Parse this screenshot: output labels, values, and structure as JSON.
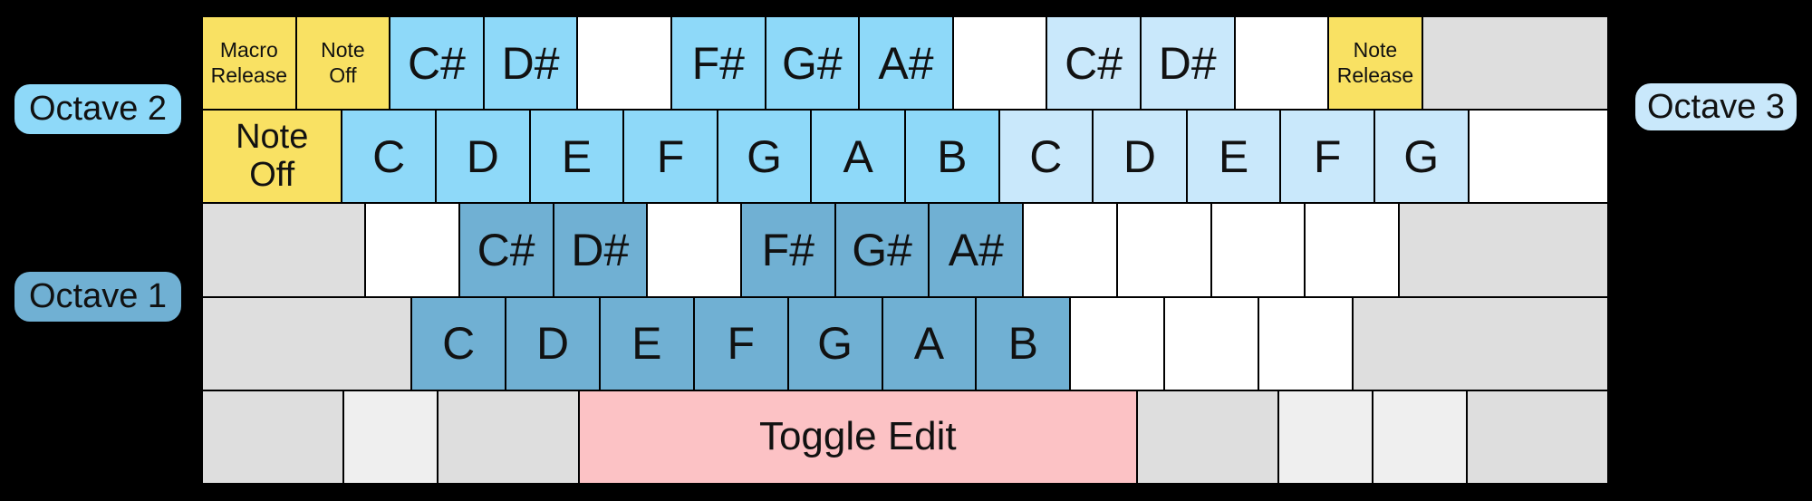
{
  "labels": {
    "octave1": "Octave 1",
    "octave2": "Octave 2",
    "octave3": "Octave 3"
  },
  "colors": {
    "background": "#000000",
    "macro": "#F9E163",
    "note1": "#70B0D3",
    "note2": "#8ED9F9",
    "note3": "#C9E8FB",
    "toggle": "#FCC2C5",
    "mod": "#DEDEDE",
    "modLight": "#EFEFEF",
    "blank": "#FFFFFF",
    "keyText": "#111111"
  },
  "rows": [
    {
      "keys": [
        {
          "label": "Macro\nRelease",
          "type": "macro",
          "w": 1,
          "size": "sm"
        },
        {
          "label": "Note\nOff",
          "type": "macro",
          "w": 1,
          "size": "sm"
        },
        {
          "label": "C#",
          "type": "note2",
          "w": 1,
          "size": "lg"
        },
        {
          "label": "D#",
          "type": "note2",
          "w": 1,
          "size": "lg"
        },
        {
          "label": "",
          "type": "blank",
          "w": 1
        },
        {
          "label": "F#",
          "type": "note2",
          "w": 1,
          "size": "lg"
        },
        {
          "label": "G#",
          "type": "note2",
          "w": 1,
          "size": "lg"
        },
        {
          "label": "A#",
          "type": "note2",
          "w": 1,
          "size": "lg"
        },
        {
          "label": "",
          "type": "blank",
          "w": 1
        },
        {
          "label": "C#",
          "type": "note3",
          "w": 1,
          "size": "lg"
        },
        {
          "label": "D#",
          "type": "note3",
          "w": 1,
          "size": "lg"
        },
        {
          "label": "",
          "type": "blank",
          "w": 1
        },
        {
          "label": "Note\nRelease",
          "type": "macro",
          "w": 1,
          "size": "sm"
        },
        {
          "label": "",
          "type": "mod",
          "w": 2
        }
      ]
    },
    {
      "keys": [
        {
          "label": "Note\nOff",
          "type": "macro",
          "w": 1.5,
          "size": "md"
        },
        {
          "label": "C",
          "type": "note2",
          "w": 1,
          "size": "lg"
        },
        {
          "label": "D",
          "type": "note2",
          "w": 1,
          "size": "lg"
        },
        {
          "label": "E",
          "type": "note2",
          "w": 1,
          "size": "lg"
        },
        {
          "label": "F",
          "type": "note2",
          "w": 1,
          "size": "lg"
        },
        {
          "label": "G",
          "type": "note2",
          "w": 1,
          "size": "lg"
        },
        {
          "label": "A",
          "type": "note2",
          "w": 1,
          "size": "lg"
        },
        {
          "label": "B",
          "type": "note2",
          "w": 1,
          "size": "lg"
        },
        {
          "label": "C",
          "type": "note3",
          "w": 1,
          "size": "lg"
        },
        {
          "label": "D",
          "type": "note3",
          "w": 1,
          "size": "lg"
        },
        {
          "label": "E",
          "type": "note3",
          "w": 1,
          "size": "lg"
        },
        {
          "label": "F",
          "type": "note3",
          "w": 1,
          "size": "lg"
        },
        {
          "label": "G",
          "type": "note3",
          "w": 1,
          "size": "lg"
        },
        {
          "label": "",
          "type": "blank",
          "w": 1.5
        }
      ]
    },
    {
      "keys": [
        {
          "label": "",
          "type": "mod",
          "w": 1.75
        },
        {
          "label": "",
          "type": "blank",
          "w": 1
        },
        {
          "label": "C#",
          "type": "note1",
          "w": 1,
          "size": "lg"
        },
        {
          "label": "D#",
          "type": "note1",
          "w": 1,
          "size": "lg"
        },
        {
          "label": "",
          "type": "blank",
          "w": 1
        },
        {
          "label": "F#",
          "type": "note1",
          "w": 1,
          "size": "lg"
        },
        {
          "label": "G#",
          "type": "note1",
          "w": 1,
          "size": "lg"
        },
        {
          "label": "A#",
          "type": "note1",
          "w": 1,
          "size": "lg"
        },
        {
          "label": "",
          "type": "blank",
          "w": 1
        },
        {
          "label": "",
          "type": "blank",
          "w": 1
        },
        {
          "label": "",
          "type": "blank",
          "w": 1
        },
        {
          "label": "",
          "type": "blank",
          "w": 1
        },
        {
          "label": "",
          "type": "mod",
          "w": 2.25
        }
      ]
    },
    {
      "keys": [
        {
          "label": "",
          "type": "mod",
          "w": 2.25
        },
        {
          "label": "C",
          "type": "note1",
          "w": 1,
          "size": "lg"
        },
        {
          "label": "D",
          "type": "note1",
          "w": 1,
          "size": "lg"
        },
        {
          "label": "E",
          "type": "note1",
          "w": 1,
          "size": "lg"
        },
        {
          "label": "F",
          "type": "note1",
          "w": 1,
          "size": "lg"
        },
        {
          "label": "G",
          "type": "note1",
          "w": 1,
          "size": "lg"
        },
        {
          "label": "A",
          "type": "note1",
          "w": 1,
          "size": "lg"
        },
        {
          "label": "B",
          "type": "note1",
          "w": 1,
          "size": "lg"
        },
        {
          "label": "",
          "type": "blank",
          "w": 1
        },
        {
          "label": "",
          "type": "blank",
          "w": 1
        },
        {
          "label": "",
          "type": "blank",
          "w": 1
        },
        {
          "label": "",
          "type": "mod",
          "w": 2.75
        }
      ]
    },
    {
      "keys": [
        {
          "label": "",
          "type": "mod",
          "w": 1.5
        },
        {
          "label": "",
          "type": "modLight",
          "w": 1
        },
        {
          "label": "",
          "type": "mod",
          "w": 1.5
        },
        {
          "label": "Toggle Edit",
          "type": "toggle",
          "w": 6,
          "size": "xl"
        },
        {
          "label": "",
          "type": "mod",
          "w": 1.5
        },
        {
          "label": "",
          "type": "modLight",
          "w": 1
        },
        {
          "label": "",
          "type": "modLight",
          "w": 1
        },
        {
          "label": "",
          "type": "mod",
          "w": 1.5
        }
      ]
    }
  ]
}
